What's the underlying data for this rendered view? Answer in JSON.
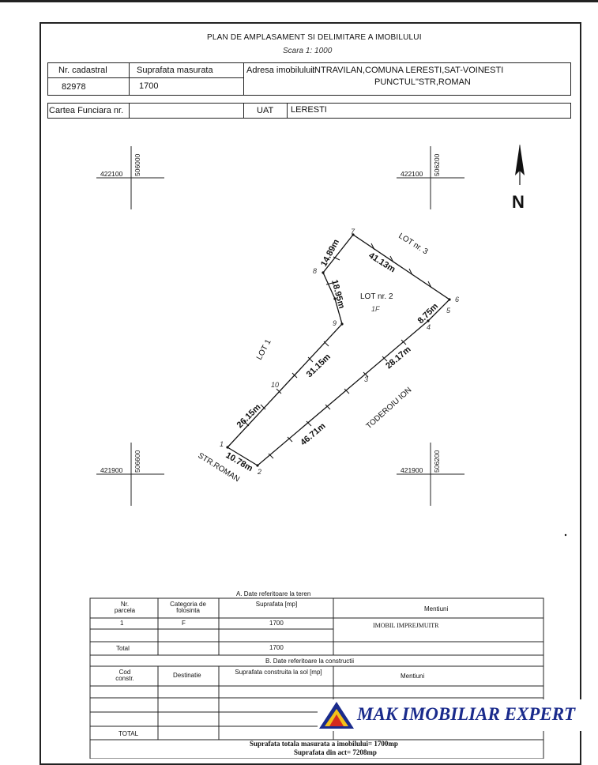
{
  "header": {
    "title": "PLAN DE AMPLASAMENT SI DELIMITARE A IMOBILULUI",
    "scale": "Scara 1: 1000"
  },
  "info_table": {
    "nr_cadastral_label": "Nr. cadastral",
    "nr_cadastral_value": "82978",
    "suprafata_label": "Suprafata masurata",
    "suprafata_value": "1700",
    "adresa_label": "Adresa imobilului:",
    "adresa_line1": "INTRAVILAN,COMUNA LERESTI,SAT-VOINESTI",
    "adresa_line2": "PUNCTUL\"STR,ROMAN",
    "carte_label": "Cartea Funciara nr.",
    "carte_value": "",
    "uat_label": "UAT",
    "uat_value": "LERESTI"
  },
  "plan": {
    "north": "N",
    "grid": [
      {
        "e": "422100",
        "n": "506000"
      },
      {
        "e": "422100",
        "n": "506200"
      },
      {
        "e": "421900",
        "n": "506600"
      },
      {
        "e": "421900",
        "n": "506200"
      }
    ],
    "lots": {
      "lot1": "LOT 1",
      "lot2": "LOT nr. 2",
      "lot2_cat": "1F",
      "lot3": "LOT nr. 3"
    },
    "streets": {
      "roman": "STR.ROMAN",
      "toderoiu": "TODEROIU ION"
    },
    "distances": [
      "14.89m",
      "41.13m",
      "18.95m",
      "8.75m",
      "31.15m",
      "28.17m",
      "26.15m",
      "46.71m",
      "10.78m"
    ],
    "points": [
      "1",
      "2",
      "3",
      "4",
      "5",
      "6",
      "7",
      "8",
      "9",
      "10"
    ]
  },
  "section_a": {
    "title": "A. Date referitoare la teren",
    "col_nr": "Nr. parcela",
    "col_cat": "Categoria de folosinta",
    "col_sup": "Suprafata [mp]",
    "col_ment": "Mentiuni",
    "row_nr": "1",
    "row_cat": "F",
    "row_sup": "1700",
    "row_ment": "IMOBIL IMPREJMUITR",
    "total_label": "Total",
    "total_value": "1700"
  },
  "section_b": {
    "title": "B. Date referitoare la constructii",
    "col_cod": "Cod constr.",
    "col_dest": "Destinatie",
    "col_sup": "Suprafata construita la sol [mp]",
    "col_ment": "Mentiuni",
    "total_label": "TOTAL"
  },
  "footer": {
    "line1": "Suprafata totala masurata a imobilului= 1700mp",
    "line2": "Suprafata din act= 7208mp"
  },
  "watermark": {
    "name": "MAK IMOBILIAR EXPERT",
    "colors": {
      "blue": "#1a2b8c",
      "red": "#d42a1f",
      "yellow": "#f3c11a"
    }
  }
}
